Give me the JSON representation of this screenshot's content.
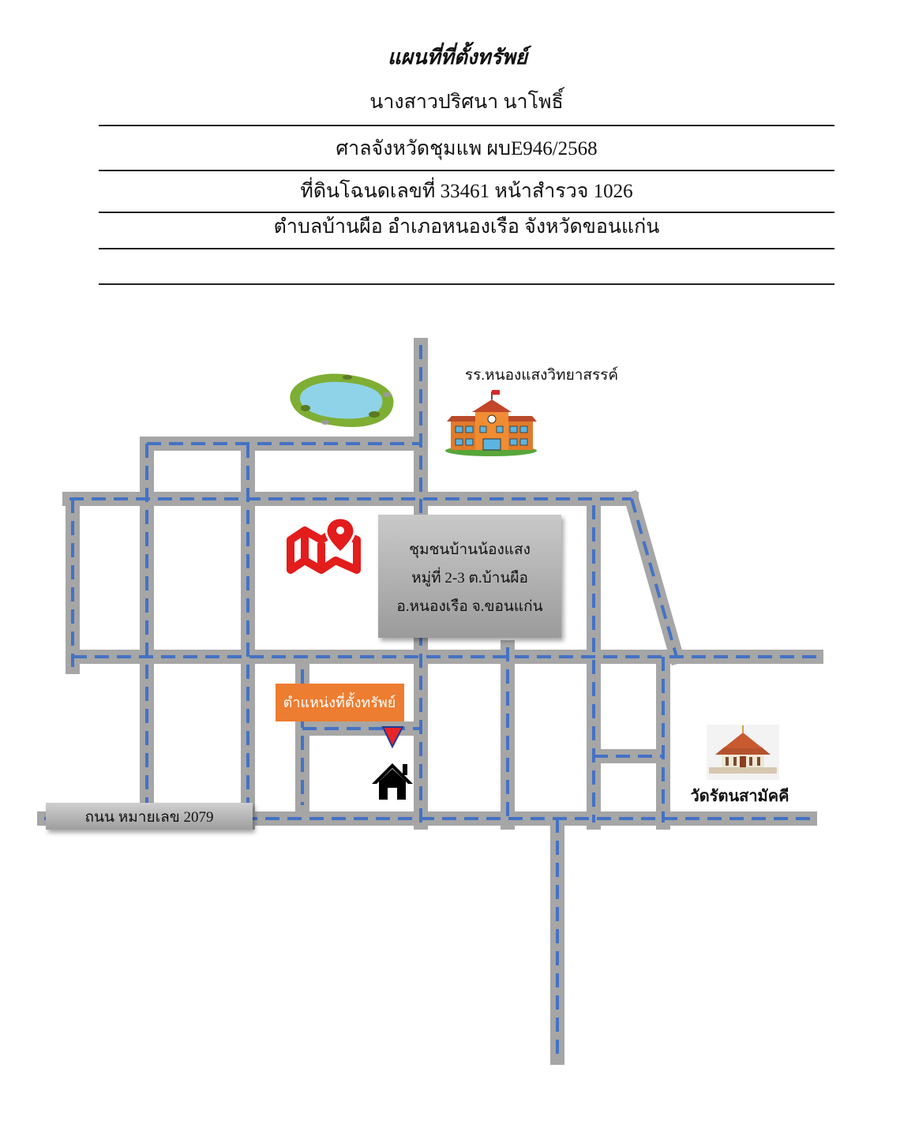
{
  "header": {
    "title": "แผนที่ที่ตั้งทรัพย์",
    "owner_name": "นางสาวปริศนา นาโพธิ์",
    "court_case": "ศาลจังหวัดชุมแพ ผบE946/2568",
    "deed_line": "ที่ดินโฉนดเลขที่ 33461 หน้าสำรวจ 1026",
    "address_line": "ตำบลบ้านผือ อำเภอหนองเรือ จังหวัดขอนแก่น"
  },
  "map": {
    "school_label": "รร.หนองแสงวิทยาสรรค์",
    "community_box": {
      "line1": "ชุมชนบ้านน้องแสง",
      "line2": "หมู่ที่ 2-3 ต.บ้านผือ",
      "line3": "อ.หนองเรือ จ.ขอนแก่น"
    },
    "property_label": "ตำแหน่งที่ตั้งทรัพย์",
    "temple_label": "วัดรัตนสามัคคี",
    "road_label": "ถนน หมายเลข 2079",
    "colors": {
      "road": "#a6a6a6",
      "road_centerline": "#4472c4",
      "property_label_bg": "#ed7d31",
      "map_icon": "#e31c1c",
      "pin_marker": "#e8242a"
    },
    "icons": [
      "pond-icon",
      "school-icon",
      "map-pin-icon",
      "home-icon",
      "location-marker-icon",
      "temple-icon"
    ]
  }
}
